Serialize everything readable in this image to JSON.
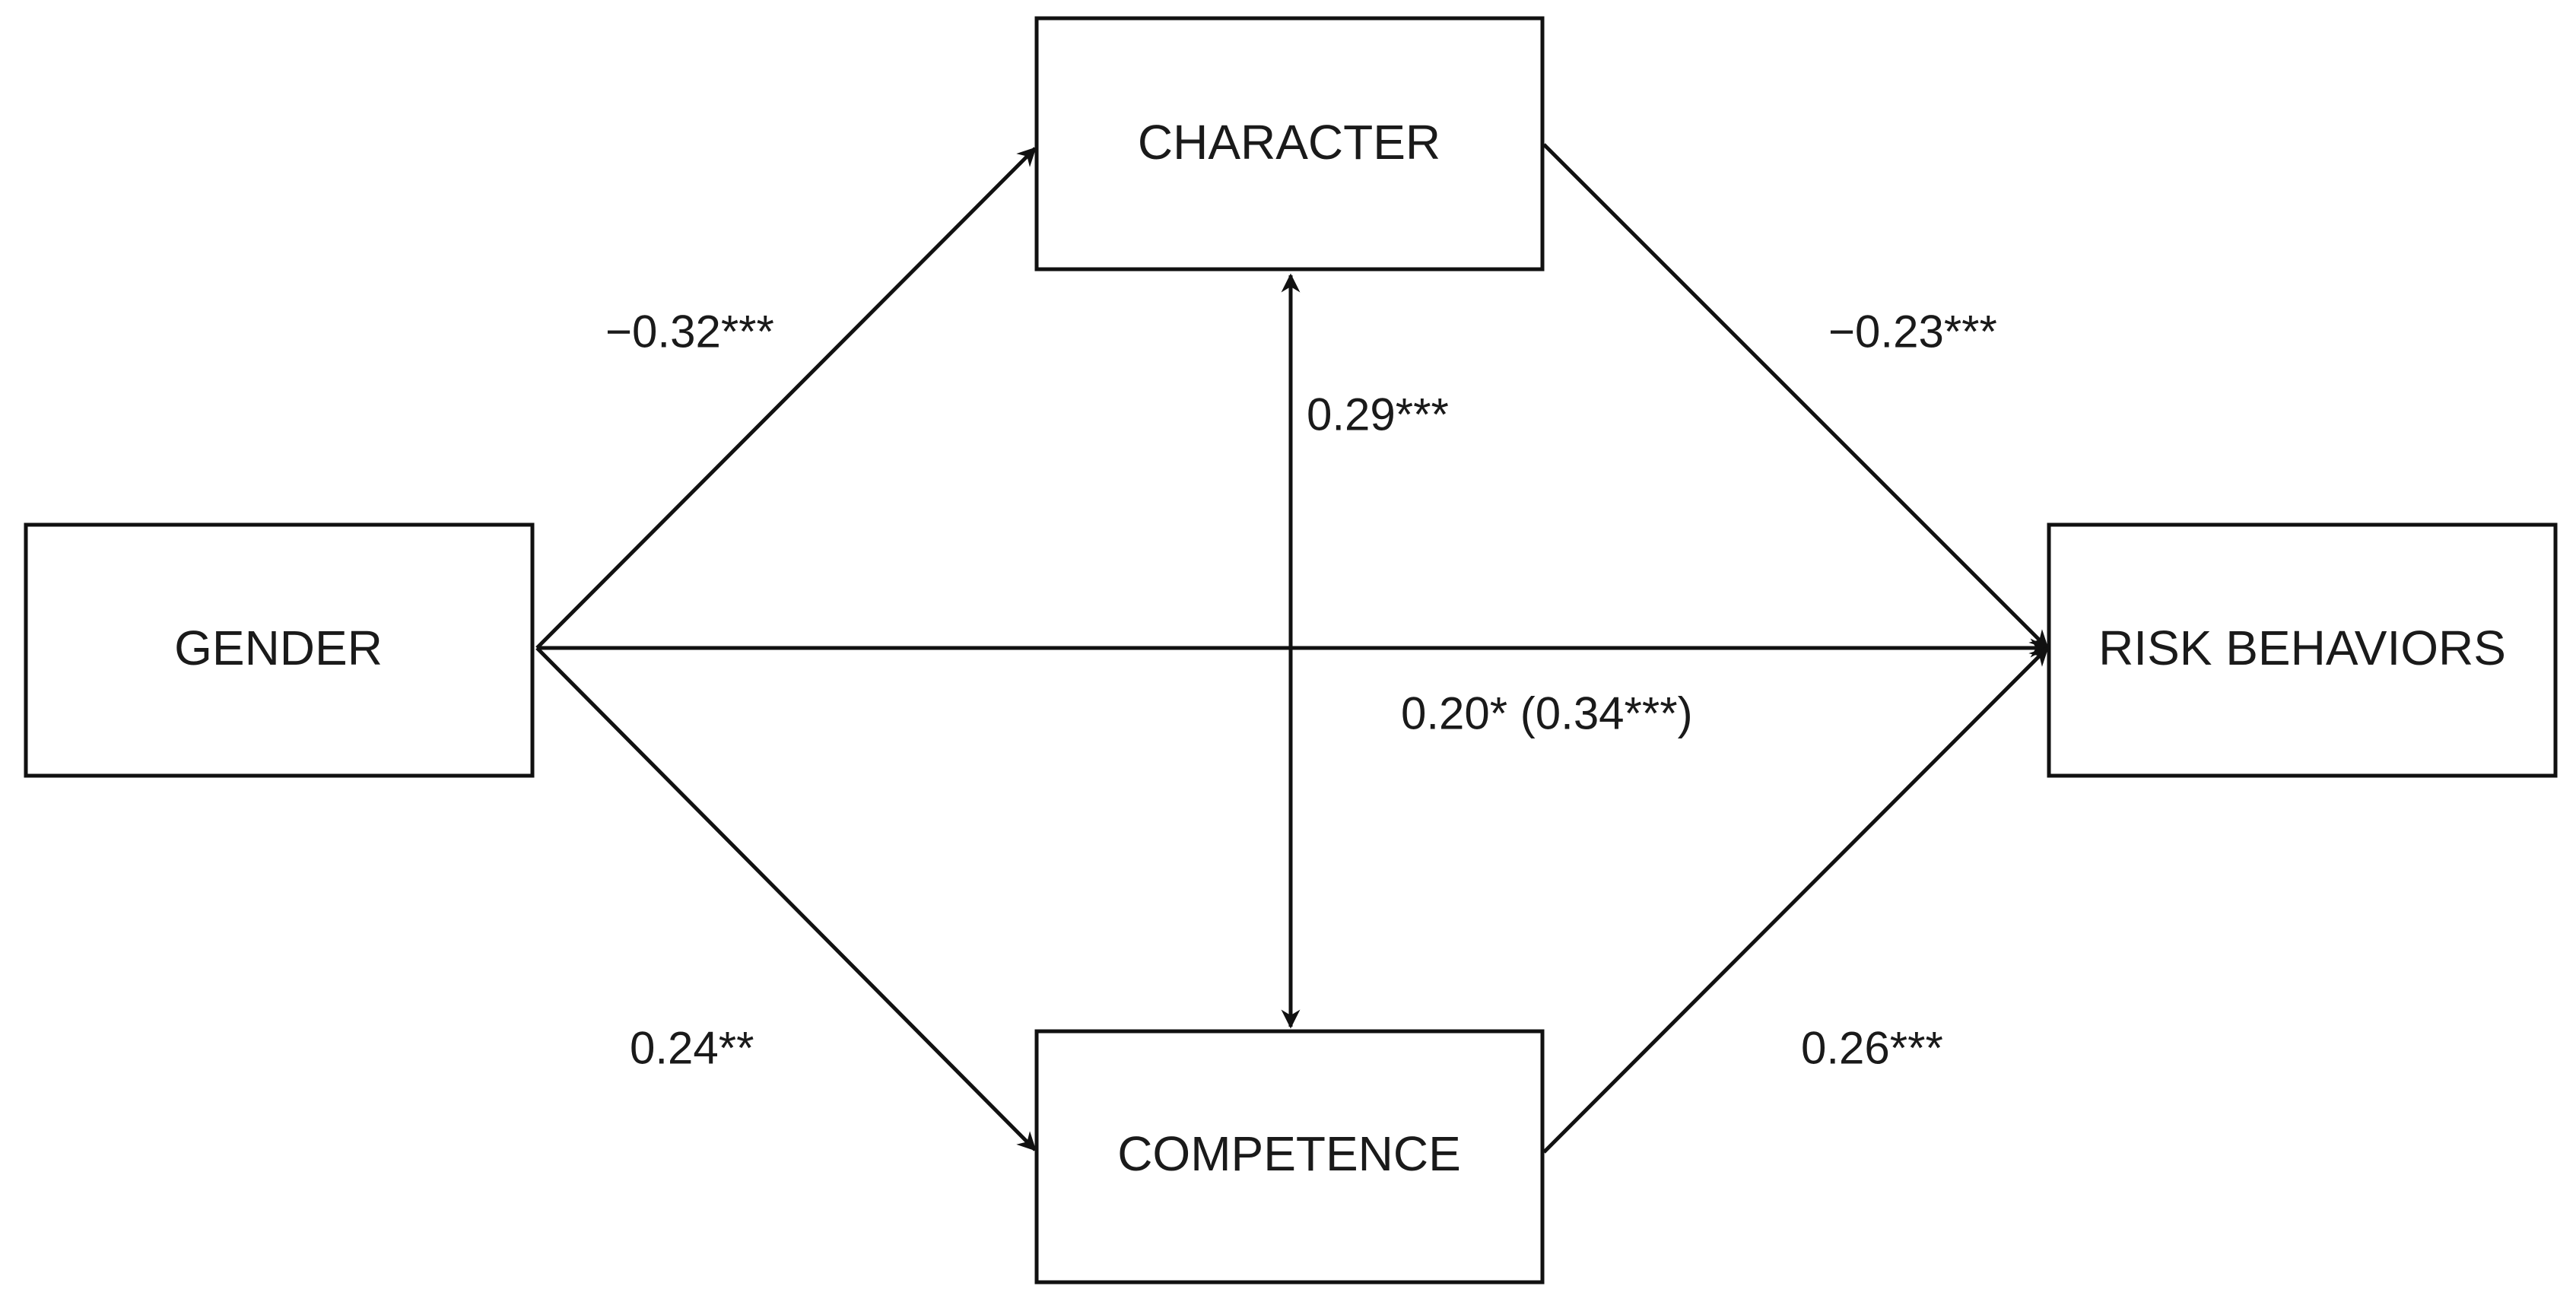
{
  "nodes": {
    "character": "CHARACTER",
    "gender": "GENDER",
    "risk_behaviors": "RISK BEHAVIORS",
    "competence": "COMPETENCE"
  },
  "paths": {
    "gender_to_character": "−0.32***",
    "character_to_risk": "−0.23***",
    "character_competence": "0.29***",
    "gender_to_risk": "0.20* (0.34***)",
    "gender_to_competence": "0.24**",
    "competence_to_risk": "0.26***"
  },
  "colors": {
    "stroke": "#111111",
    "text": "#1a1a1a",
    "background": "#ffffff"
  }
}
